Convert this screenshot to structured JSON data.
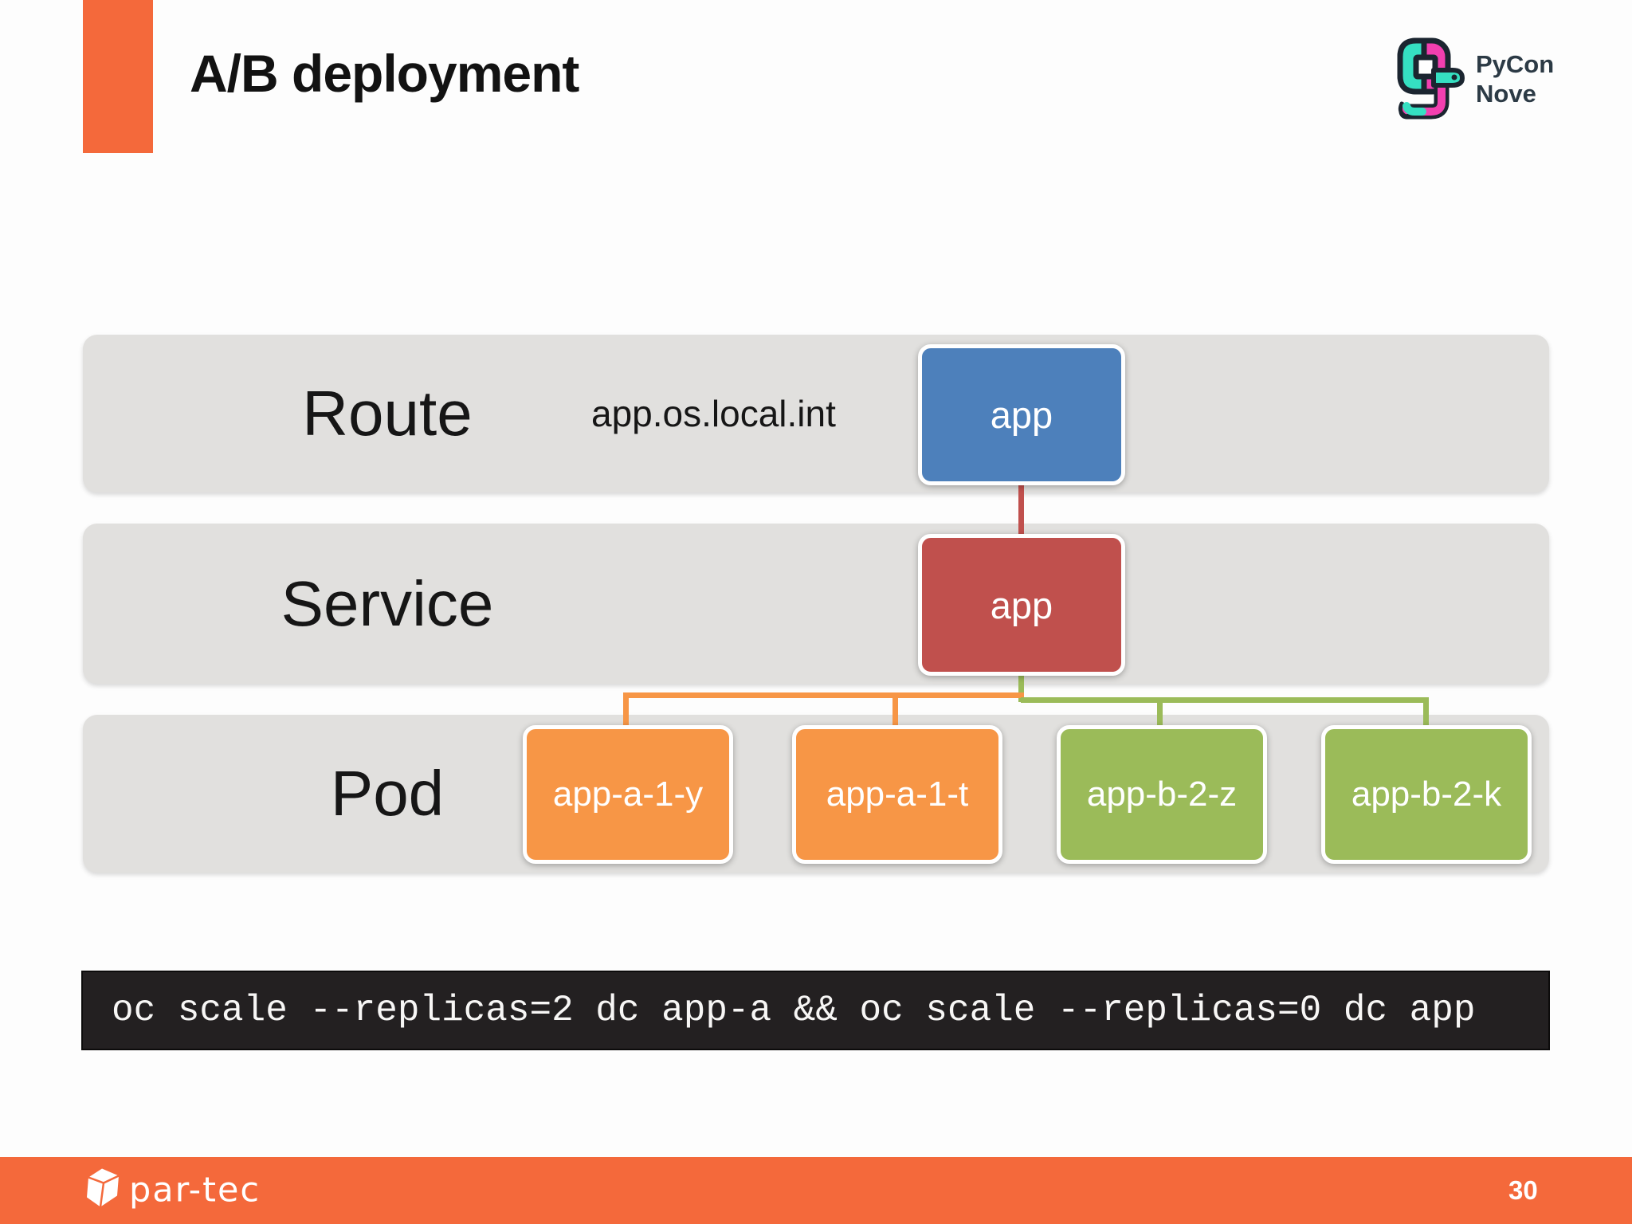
{
  "slide": {
    "title": "A/B deployment",
    "page_number": "30"
  },
  "pycon_logo": {
    "line1": "PyCon",
    "line2": "Nove"
  },
  "partec_logo": {
    "text": "par-tec"
  },
  "layers": {
    "route": {
      "label": "Route",
      "annotation": "app.os.local.int",
      "node": "app"
    },
    "service": {
      "label": "Service",
      "node": "app"
    },
    "pod": {
      "label": "Pod",
      "nodes": [
        "app-a-1-y",
        "app-a-1-t",
        "app-b-2-z",
        "app-b-2-k"
      ]
    }
  },
  "terminal": {
    "command": "oc scale --replicas=2 dc app-a && oc scale --replicas=0 dc app"
  },
  "colors": {
    "accent_orange": "#f4693b",
    "band_gray": "#e1e0de",
    "route_node_blue": "#4d80bb",
    "service_node_red": "#c0504d",
    "pod_node_orange": "#f79646",
    "pod_node_green": "#9bbb59",
    "connector_red": "#c0504d",
    "connector_orange": "#f79646",
    "connector_green": "#9bbb59",
    "terminal_bg": "#232021",
    "pycon_teal": "#35e0c2",
    "pycon_magenta": "#f23fb0"
  }
}
